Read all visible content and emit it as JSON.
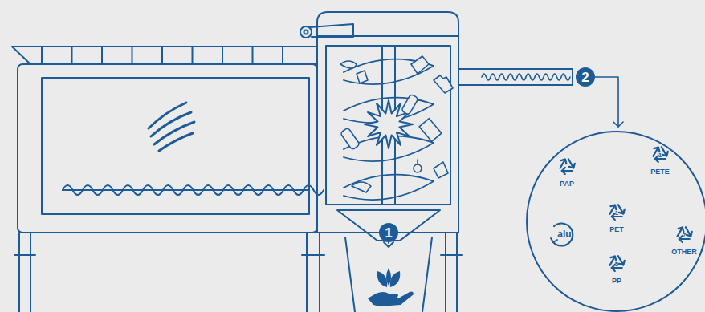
{
  "diagram": {
    "labels": [
      "1",
      "2",
      "PAP",
      "1",
      "PETE",
      "1",
      "PET",
      "7",
      "OTHER",
      "alu",
      "5",
      "PP"
    ]
  }
}
